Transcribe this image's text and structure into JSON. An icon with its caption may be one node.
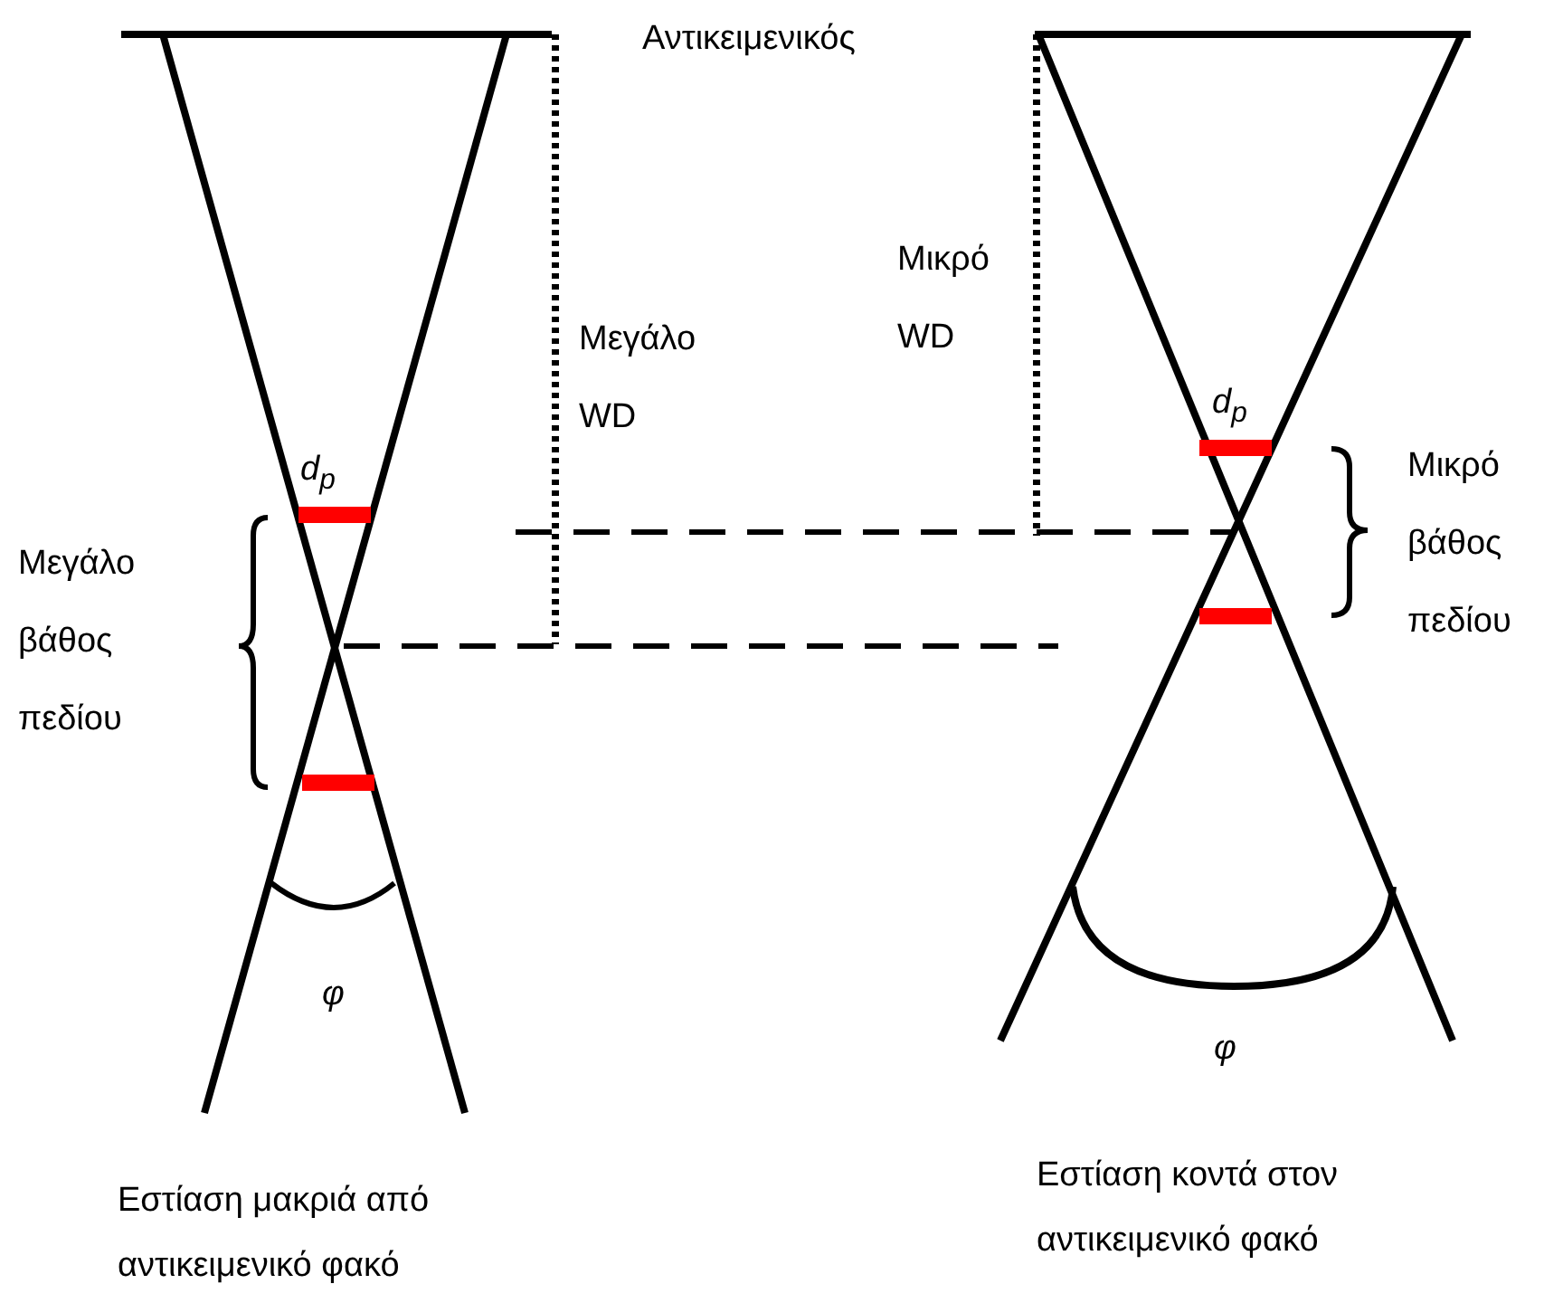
{
  "diagram": {
    "labels": [
      "Αντικειμενικός",
      "Μικρό WD",
      "Μεγάλο WD",
      "d$_{p}$",
      "Μικρό βάθος πεδίου",
      "d$_{p}$",
      "Μεγάλο βάθος πεδίου",
      "φ",
      "φ",
      "Εστίαση μακριά από αντικειμενικό φακό",
      "Εστίαση κοντά στον αντικειμενικό φακό"
    ]
  }
}
